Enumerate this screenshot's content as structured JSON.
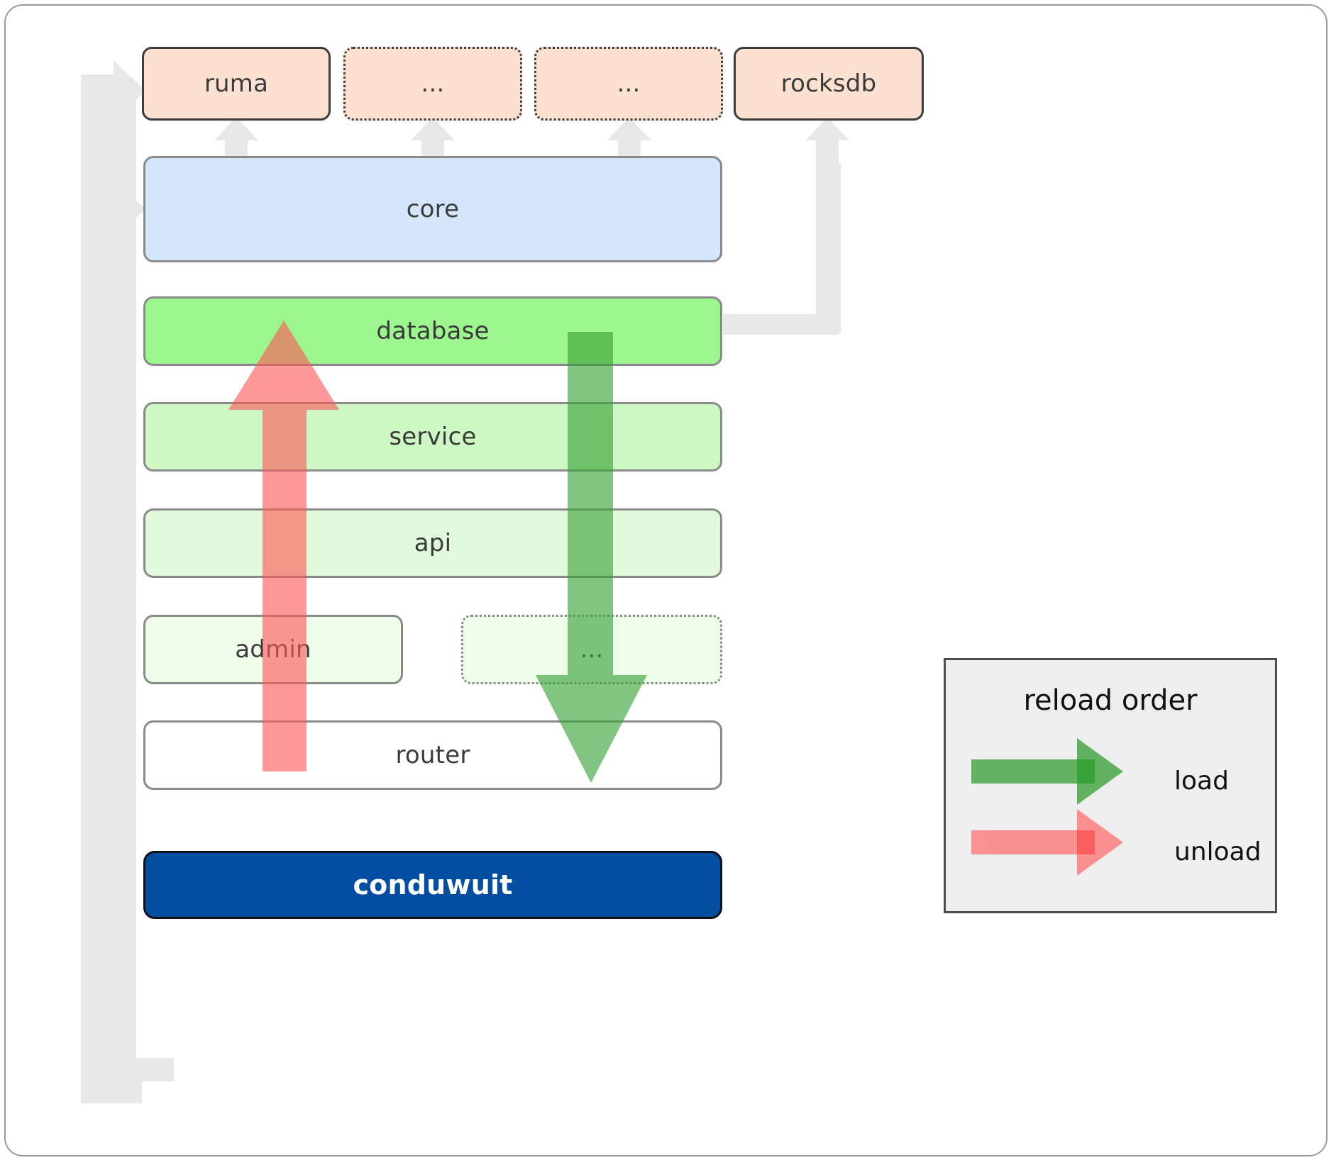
{
  "diagram": {
    "title": "conduwuit crate layering / reload order",
    "colors": {
      "dependency_fill": "#fce0d0",
      "dependency_border": "#3d3d3d",
      "core_fill": "#d4e6fb",
      "core_border": "#8a8a8a",
      "layer_border": "#8a8a8a",
      "root_fill": "#034ea2",
      "root_text": "#ffffff",
      "connector_gray": "#e6e6e6",
      "load_green": "#4ca64c",
      "load_green_light": "#6ebf6e",
      "unload_red": "#fa6464",
      "unload_red_light": "#fb8a8a",
      "legend_fill": "#eeeeee",
      "legend_border": "#4d4d4d",
      "frame_border": "#9a9a9a"
    },
    "dependencies": [
      {
        "label": "ruma",
        "style": "solid"
      },
      {
        "label": "...",
        "style": "dotted"
      },
      {
        "label": "...",
        "style": "dotted"
      },
      {
        "label": "rocksdb",
        "style": "solid"
      }
    ],
    "core": {
      "label": "core"
    },
    "layers": [
      {
        "label": "database",
        "fill": "#9df58f",
        "style": "solid"
      },
      {
        "label": "service",
        "fill": "#cdf7c3",
        "style": "solid"
      },
      {
        "label": "api",
        "fill": "#e1fadb",
        "style": "solid"
      },
      {
        "label": "admin",
        "fill": "#eefcea",
        "style": "solid"
      },
      {
        "label": "...",
        "fill": "#eefcea",
        "style": "dotted"
      },
      {
        "label": "router",
        "fill": "#ffffff",
        "style": "solid"
      }
    ],
    "root": {
      "label": "conduwuit"
    },
    "legend": {
      "title": "reload order",
      "entries": [
        {
          "label": "load",
          "color": "#4ca64c",
          "direction": "down"
        },
        {
          "label": "unload",
          "color": "#fa6464",
          "direction": "up"
        }
      ]
    },
    "flow_arrows": [
      {
        "name": "load-arrow",
        "label": "load",
        "direction": "down",
        "from": "database",
        "to": "router"
      },
      {
        "name": "unload-arrow",
        "label": "unload",
        "direction": "up",
        "from": "router",
        "to": "database"
      }
    ]
  }
}
